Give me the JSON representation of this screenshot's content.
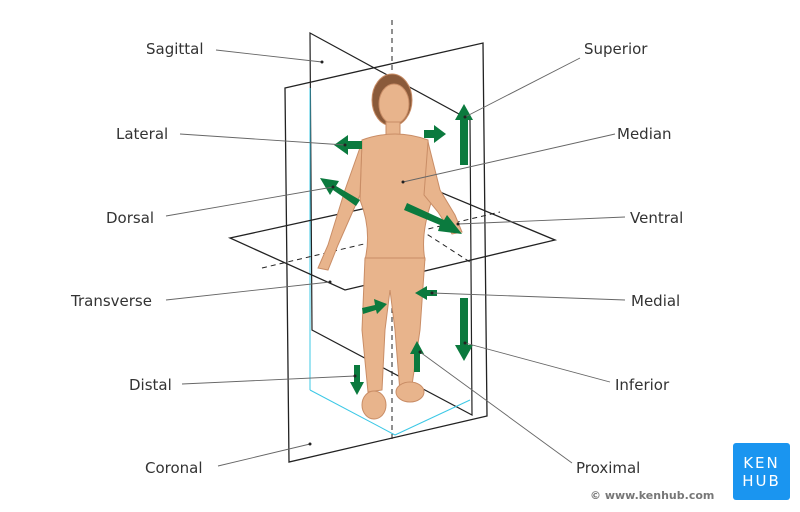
{
  "labels_left": [
    "Sagittal",
    "Lateral",
    "Dorsal",
    "Transverse",
    "Distal",
    "Coronal"
  ],
  "labels_right": [
    "Superior",
    "Median",
    "Ventral",
    "Medial",
    "Inferior",
    "Proximal"
  ],
  "logo": {
    "line1": "KEN",
    "line2": "HUB"
  },
  "copyright": "© www.kenhub.com",
  "colors": {
    "arrow": "#0b7a3e",
    "plane_edge": "#222222",
    "plane_hidden": "#3cc8e6",
    "skin": "#e8b48c",
    "logo": "#1a95f0"
  }
}
